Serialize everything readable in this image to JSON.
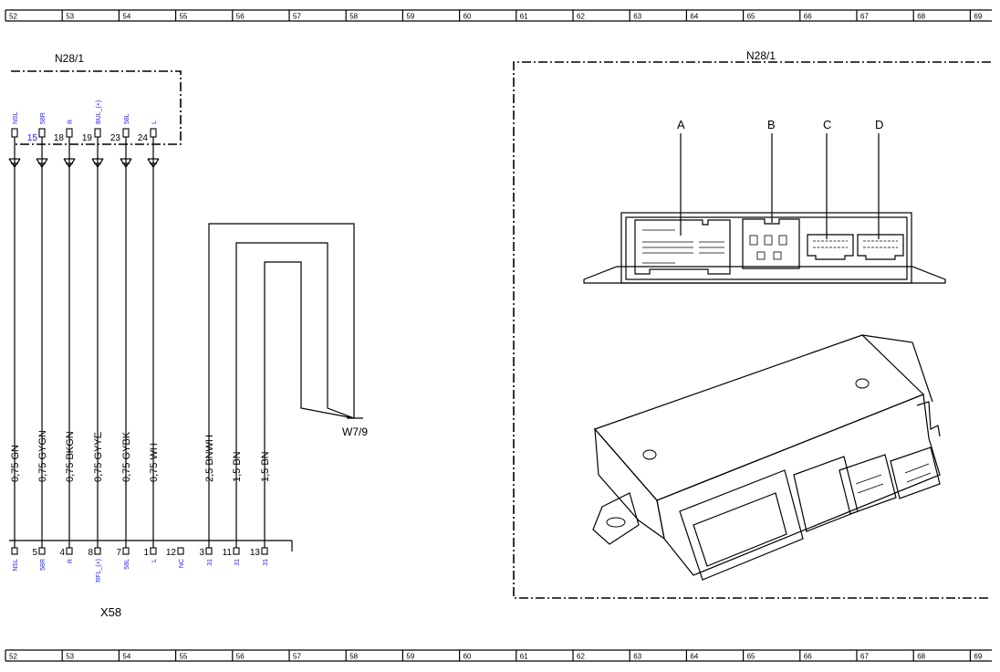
{
  "grid": {
    "columns": [
      "52",
      "53",
      "54",
      "55",
      "56",
      "57",
      "58",
      "59",
      "60",
      "61",
      "62",
      "63",
      "64",
      "65",
      "66",
      "67",
      "68",
      "69"
    ]
  },
  "module_left": {
    "label": "N28/1",
    "pins": [
      {
        "signal": "NSL",
        "num": ""
      },
      {
        "signal": "58R",
        "num": "15"
      },
      {
        "signal": "R",
        "num": "18"
      },
      {
        "signal": "BUL_(+)",
        "num": "19"
      },
      {
        "signal": "58L",
        "num": "23"
      },
      {
        "signal": "L",
        "num": "24"
      }
    ]
  },
  "wires": [
    {
      "spec": "0,75 GN"
    },
    {
      "spec": "0,75 GYGN"
    },
    {
      "spec": "0,75 BKGN"
    },
    {
      "spec": "0,75 GYYE"
    },
    {
      "spec": "0,75 GYBK"
    },
    {
      "spec": "0,75 WH"
    },
    {
      "spec": "2,5 BNWH"
    },
    {
      "spec": "1,5 BN"
    },
    {
      "spec": "1,5 BN"
    }
  ],
  "ground": {
    "label": "W7/9"
  },
  "connector": {
    "label": "X58",
    "pins": [
      {
        "num": "",
        "signal": "NSL"
      },
      {
        "num": "5",
        "signal": "58R"
      },
      {
        "num": "4",
        "signal": "R"
      },
      {
        "num": "8",
        "signal": "RFL_(+)"
      },
      {
        "num": "7",
        "signal": "58L"
      },
      {
        "num": "1",
        "signal": "L"
      },
      {
        "num": "12",
        "signal": "NC"
      },
      {
        "num": "3",
        "signal": "31"
      },
      {
        "num": "11",
        "signal": "31"
      },
      {
        "num": "13",
        "signal": "31"
      }
    ]
  },
  "module_right": {
    "label": "N28/1",
    "plugs": [
      "A",
      "B",
      "C",
      "D"
    ]
  }
}
